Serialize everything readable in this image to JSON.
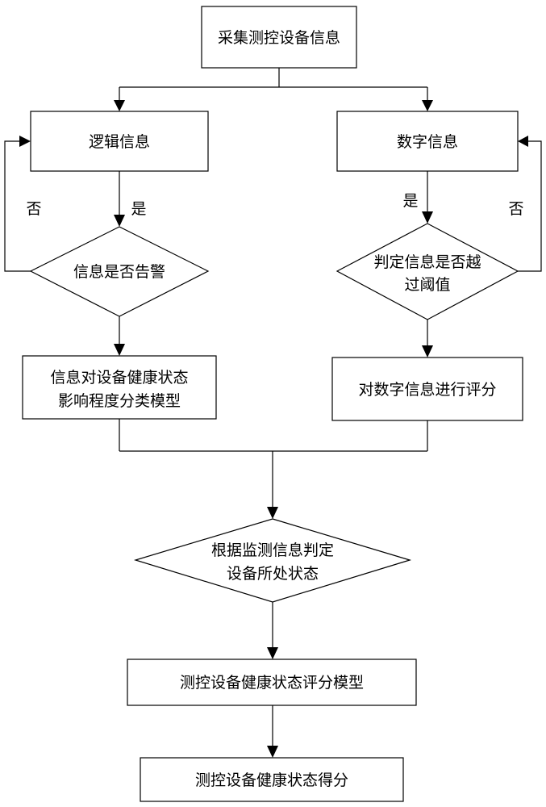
{
  "nodes": {
    "collect": "采集测控设备信息",
    "logic_info": "逻辑信息",
    "digital_info": "数字信息",
    "alarm_check": "信息是否告警",
    "threshold_check_line1": "判定信息是否越",
    "threshold_check_line2": "过阈值",
    "classify_line1": "信息对设备健康状态",
    "classify_line2": "影响程度分类模型",
    "score_digital": "对数字信息进行评分",
    "judge_state_line1": "根据监测信息判定",
    "judge_state_line2": "设备所处状态",
    "health_model": "测控设备健康状态评分模型",
    "health_score": "测控设备健康状态得分"
  },
  "labels": {
    "left_no": "否",
    "left_yes": "是",
    "right_yes": "是",
    "right_no": "否"
  },
  "colors": {
    "stroke": "#000000",
    "fill": "#ffffff"
  }
}
